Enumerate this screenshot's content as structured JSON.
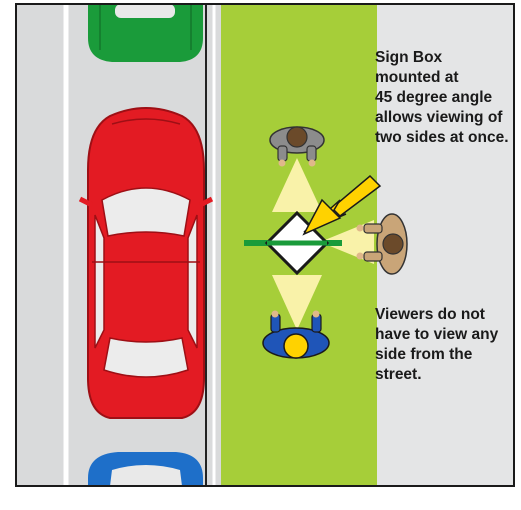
{
  "annotations": {
    "sign_box_note": [
      "Sign Box",
      "mounted at",
      "45 degree angle",
      "allows viewing of",
      "two sides at once."
    ],
    "viewers_note": [
      "Viewers do not",
      "have to view any",
      "side from the",
      "street."
    ]
  },
  "colors": {
    "sidewalk": "#a6ce39",
    "street": "#d9dadb",
    "car_top": "#1a9b3a",
    "car_middle": "#e31b23",
    "car_bottom": "#1e6fc9",
    "view_cone": "#f9f2a9",
    "arrow": "#ffd200",
    "sign_post": "#1a9b3a"
  },
  "icons": [
    "car-icon",
    "person-icon",
    "sign-box-icon",
    "arrow-icon"
  ]
}
